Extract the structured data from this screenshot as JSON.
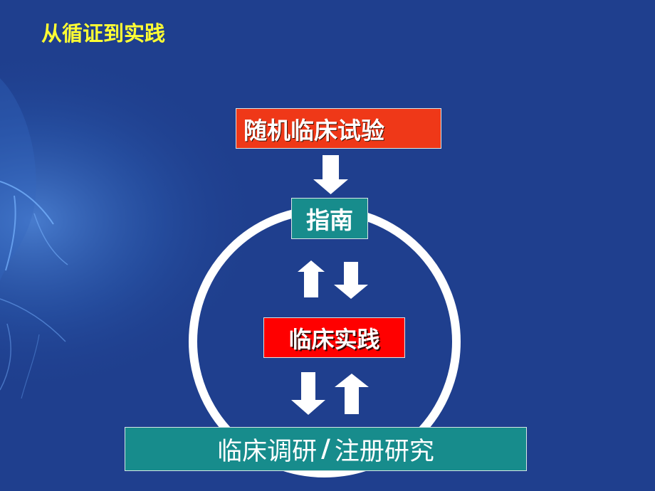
{
  "slide": {
    "title": "从循证到实践",
    "background_color": "#1f3f8e",
    "title_color": "#ffff33"
  },
  "diagram": {
    "top_box": "随机临床试验",
    "guideline_box": "指南",
    "practice_box": "临床实践",
    "research_box": {
      "left": "临床调研",
      "separator": "/",
      "right": "注册研究"
    },
    "colors": {
      "red": "#ef3818",
      "teal": "#178c8c",
      "arrow": "#ffffff",
      "cycle": "#ffffff"
    }
  }
}
